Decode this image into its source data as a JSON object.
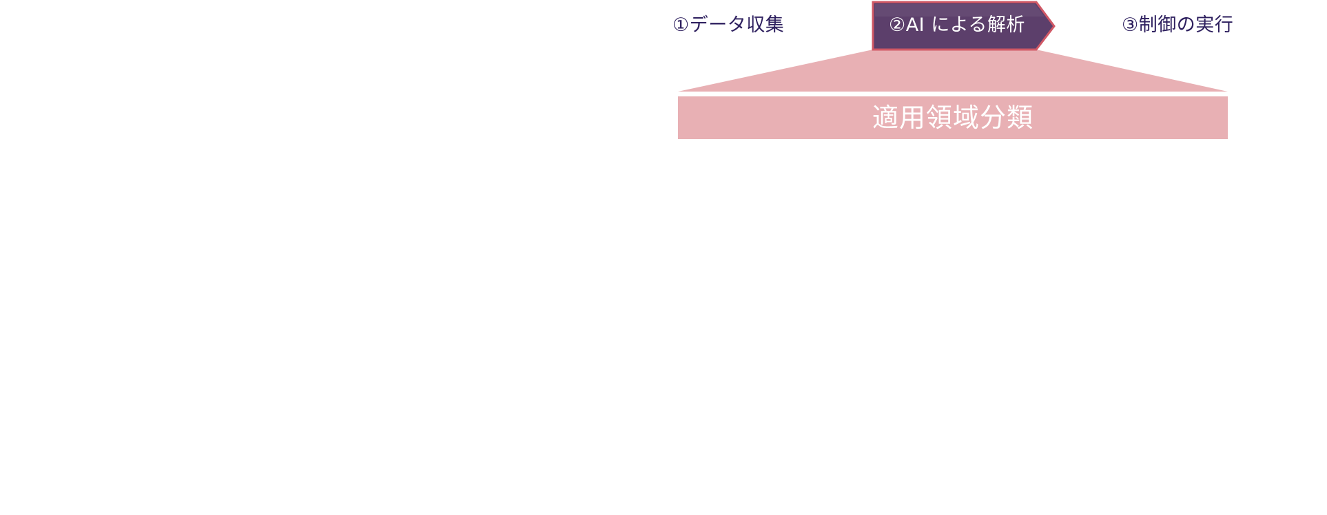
{
  "steps": [
    {
      "label": "①データ収集",
      "active": false
    },
    {
      "label": "②AI による解析",
      "active": true
    },
    {
      "label": "③制御の実行",
      "active": false
    }
  ],
  "category": {
    "title": "適用領域分類"
  },
  "colors": {
    "step_text": "#2d1f5e",
    "active_fill": "#5c3f6b",
    "active_border": "#d05865",
    "panel_fill": "#e8b0b4",
    "white": "#ffffff"
  }
}
